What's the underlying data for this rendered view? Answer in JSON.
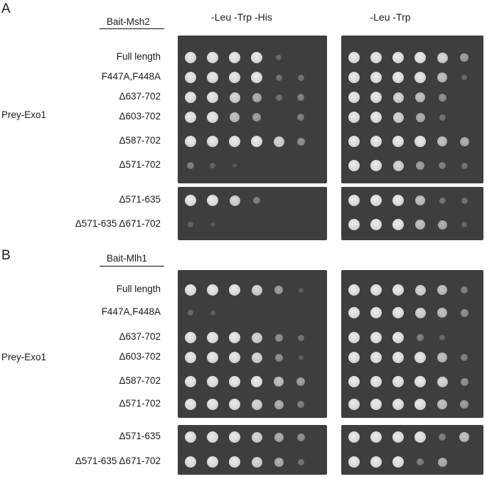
{
  "panels": [
    {
      "letter": "A",
      "bait": "Bait-Msh2",
      "prey": "Prey-Exo1",
      "columns": [
        "-Leu -Trp -His",
        "-Leu -Trp"
      ],
      "rows": [
        "Full length",
        "F447A,F448A",
        "Δ637-702",
        "Δ603-702",
        "Δ587-702",
        "Δ571-702",
        "Δ571-635",
        "Δ571-635  Δ671-702"
      ],
      "growth_selective": [
        [
          1,
          1,
          1,
          1,
          0.2,
          0
        ],
        [
          1,
          1,
          1,
          1,
          0.3,
          0.3
        ],
        [
          1,
          1,
          0.9,
          0.7,
          0.3,
          0.4
        ],
        [
          1,
          1,
          0.8,
          0.6,
          0,
          0.4
        ],
        [
          1,
          1,
          1,
          1,
          0.9,
          0.5
        ],
        [
          0.4,
          0.15,
          0.05,
          0,
          0,
          0
        ],
        [
          1,
          1,
          0.9,
          0.4,
          0,
          0
        ],
        [
          0.15,
          0.05,
          0,
          0,
          0,
          0
        ]
      ],
      "growth_control": [
        [
          1,
          1,
          1,
          1,
          0.9,
          0.6
        ],
        [
          1,
          1,
          1,
          1,
          0.8,
          0.2
        ],
        [
          1,
          1,
          0.9,
          0.8,
          0.5,
          0
        ],
        [
          1,
          1,
          0.9,
          0.7,
          0.3,
          0
        ],
        [
          1,
          1,
          1,
          1,
          0.8,
          0.7
        ],
        [
          1,
          1,
          0.9,
          0.6,
          0.4,
          0.3
        ],
        [
          1,
          1,
          1,
          0.8,
          0.3,
          0.3
        ],
        [
          1,
          1,
          1,
          0.8,
          0.7,
          0.2
        ]
      ]
    },
    {
      "letter": "B",
      "bait": "Bait-Mlh1",
      "prey": "Prey-Exo1",
      "columns": [
        "",
        ""
      ],
      "rows": [
        "Full length",
        "F447A,F448A",
        "Δ637-702",
        "Δ603-702",
        "Δ587-702",
        "Δ571-702",
        "Δ571-635",
        "Δ571-635  Δ671-702"
      ],
      "growth_selective": [
        [
          1,
          1,
          1,
          0.9,
          0.6,
          0.1
        ],
        [
          0.2,
          0.1,
          0,
          0,
          0,
          0
        ],
        [
          1,
          1,
          1,
          0.9,
          0.5,
          0.3
        ],
        [
          1,
          1,
          1,
          0.9,
          0.5,
          0.1
        ],
        [
          1,
          1,
          1,
          1,
          0.8,
          0.6
        ],
        [
          1,
          1,
          1,
          0.9,
          0.7,
          0.4
        ],
        [
          1,
          1,
          1,
          0.9,
          0.7,
          0.5
        ],
        [
          1,
          1,
          1,
          0.9,
          0.7,
          0.3
        ]
      ],
      "growth_control": [
        [
          1,
          1,
          1,
          0.9,
          0.8,
          0.4
        ],
        [
          1,
          1,
          1,
          0.9,
          0.8,
          0.5
        ],
        [
          1,
          1,
          1,
          0.4,
          0.2,
          0
        ],
        [
          1,
          1,
          1,
          1,
          0.8,
          0.4
        ],
        [
          1,
          1,
          1,
          1,
          0.9,
          0.5
        ],
        [
          1,
          1,
          1,
          1,
          0.8,
          0.6
        ],
        [
          1,
          1,
          1,
          1,
          0.4,
          0.8
        ],
        [
          1,
          1,
          1,
          0.4,
          0.7,
          0
        ]
      ]
    }
  ]
}
